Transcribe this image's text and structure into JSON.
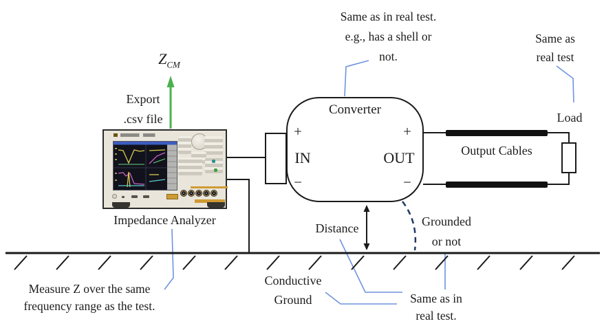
{
  "labels": {
    "zcm_main": "Z",
    "zcm_sub": "CM",
    "export_line1": "Export",
    "export_line2": ".csv file",
    "analyzer": "Impedance Analyzer",
    "converter": "Converter",
    "plus": "+",
    "minus": "−",
    "in": "IN",
    "out": "OUT",
    "output_cables": "Output Cables",
    "load": "Load",
    "distance": "Distance",
    "grounded_line1": "Grounded",
    "grounded_line2": "or not",
    "conductive_line1": "Conductive",
    "conductive_line2": "Ground",
    "same_as_real_line1": "Same as",
    "same_as_real_line2": "real test",
    "shell_line1": "Same as in real test.",
    "shell_line2": "e.g., has a shell or",
    "shell_line3": "not.",
    "same_in_real_line1": "Same as in",
    "same_in_real_line2": "real test.",
    "measure_line1": "Measure Z over the same",
    "measure_line2": "frequency range as the test."
  },
  "colors": {
    "line_black": "#1a1a1a",
    "leader_blue": "#6e93de",
    "dashed_navy": "#1f3864",
    "arrow_green": "#4bb04f",
    "cable_black": "#111111",
    "analyzer_chassis": "#e9e5da",
    "screen_bg": "#12121c",
    "screen_titlebar": "#3c5cc0",
    "trace_yellow": "#d8cc4e",
    "trace_magenta": "#c95ec9",
    "trace_cyan": "#5ad0d0",
    "trace_green": "#58b070",
    "accent_orange": "#cf9a33"
  }
}
